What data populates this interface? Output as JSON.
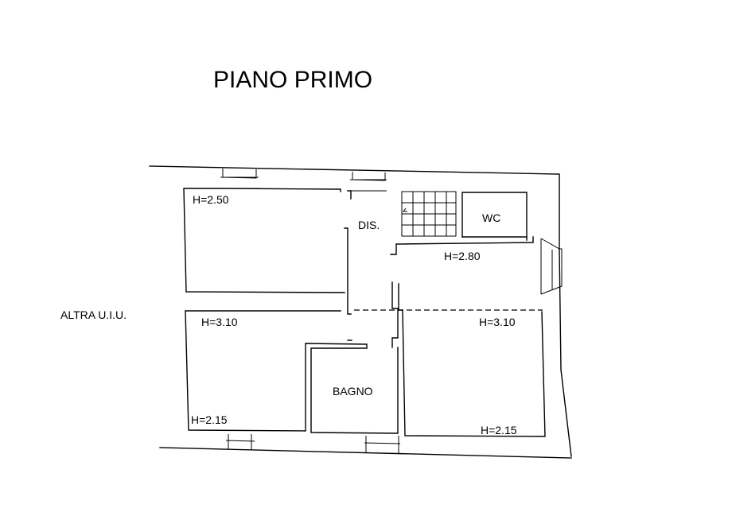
{
  "title": "PIANO PRIMO",
  "labels": {
    "altra_uiu": "ALTRA U.I.U.",
    "room_top_left_height": "H=2.50",
    "dis": "DIS.",
    "wc": "WC",
    "corridor_height": "H=2.80",
    "left_room_height_top": "H=3.10",
    "left_room_height_bottom": "H=2.15",
    "right_room_height_top": "H=3.10",
    "right_room_height_bottom": "H=2.15",
    "bagno": "BAGNO"
  }
}
